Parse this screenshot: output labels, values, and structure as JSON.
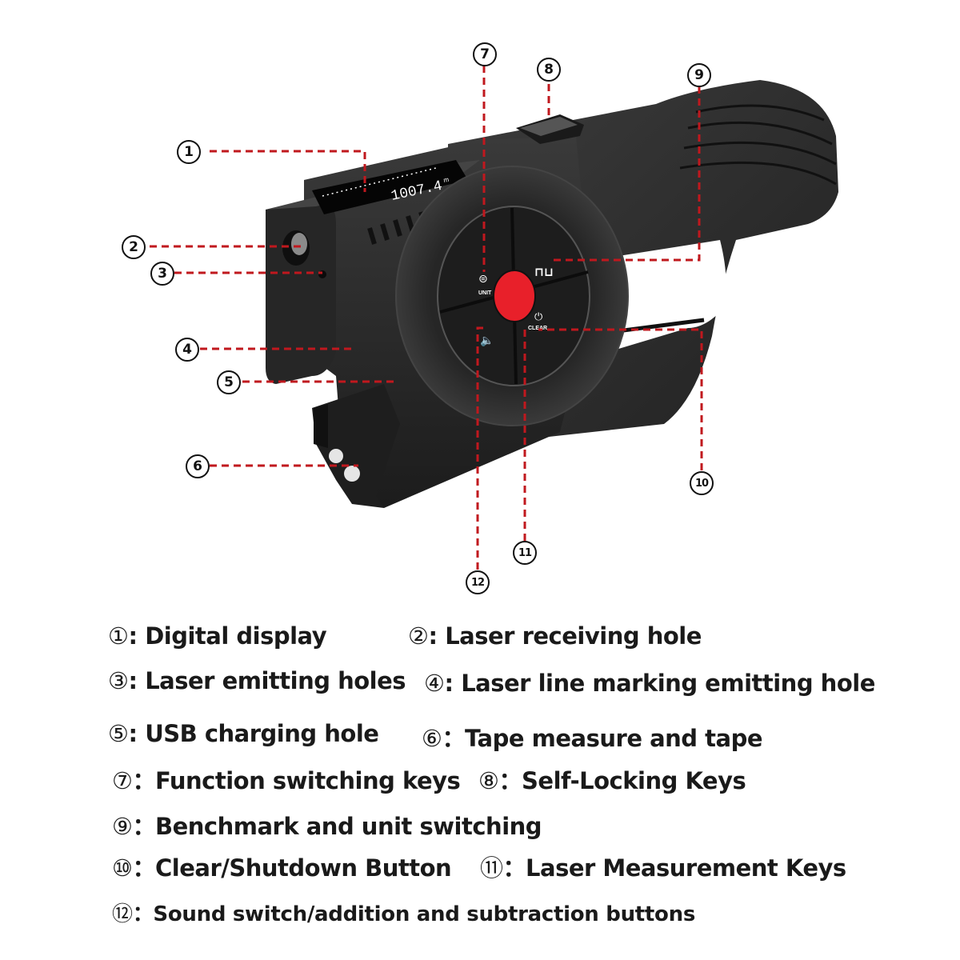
{
  "colors": {
    "device_body": "#2b2b2b",
    "device_dark": "#1a1a1a",
    "accent_red": "#e8202a",
    "callout_line": "#c0181e",
    "display_bg": "#050505",
    "display_text": "#ffffff"
  },
  "device": {
    "display_reading": "1007.4",
    "display_unit": "m",
    "keypad": {
      "top_left_label": "UNIT",
      "top_left_icon": "function-switch-icon",
      "top_right_icon": "benchmark-icon",
      "bottom_left_icon": "sound-plus-minus-icon",
      "bottom_right_label": "CLEAR",
      "bottom_right_icon": "power-icon",
      "center_icon": "laser-measure-button"
    }
  },
  "callouts": [
    {
      "id": "1",
      "symbol": "①"
    },
    {
      "id": "2",
      "symbol": "②"
    },
    {
      "id": "3",
      "symbol": "③"
    },
    {
      "id": "4",
      "symbol": "④"
    },
    {
      "id": "5",
      "symbol": "⑤"
    },
    {
      "id": "6",
      "symbol": "⑥"
    },
    {
      "id": "7",
      "symbol": "⑦"
    },
    {
      "id": "8",
      "symbol": "⑧"
    },
    {
      "id": "9",
      "symbol": "⑨"
    },
    {
      "id": "10",
      "symbol": "⑩"
    },
    {
      "id": "11",
      "symbol": "⑪"
    },
    {
      "id": "12",
      "symbol": "⑫"
    }
  ],
  "legend": [
    {
      "num": "①",
      "sep": ": ",
      "label": "Digital display"
    },
    {
      "num": "②",
      "sep": ": ",
      "label": "Laser receiving hole"
    },
    {
      "num": "③",
      "sep": ": ",
      "label": "Laser emitting holes"
    },
    {
      "num": "④",
      "sep": ": ",
      "label": "Laser line marking emitting hole"
    },
    {
      "num": "⑤",
      "sep": ": ",
      "label": "USB charging hole"
    },
    {
      "num": "⑥",
      "sep": "：",
      "label": "Tape measure and tape"
    },
    {
      "num": "⑦",
      "sep": "：",
      "label": "Function switching keys"
    },
    {
      "num": "⑧",
      "sep": "：",
      "label": "Self-Locking Keys"
    },
    {
      "num": "⑨",
      "sep": "：",
      "label": "Benchmark and unit switching"
    },
    {
      "num": "⑩",
      "sep": "：",
      "label": "Clear/Shutdown Button"
    },
    {
      "num": "⑪",
      "sep": "：",
      "label": "Laser Measurement Keys"
    },
    {
      "num": "⑫",
      "sep": "：",
      "label": "Sound switch/addition and subtraction buttons"
    }
  ]
}
